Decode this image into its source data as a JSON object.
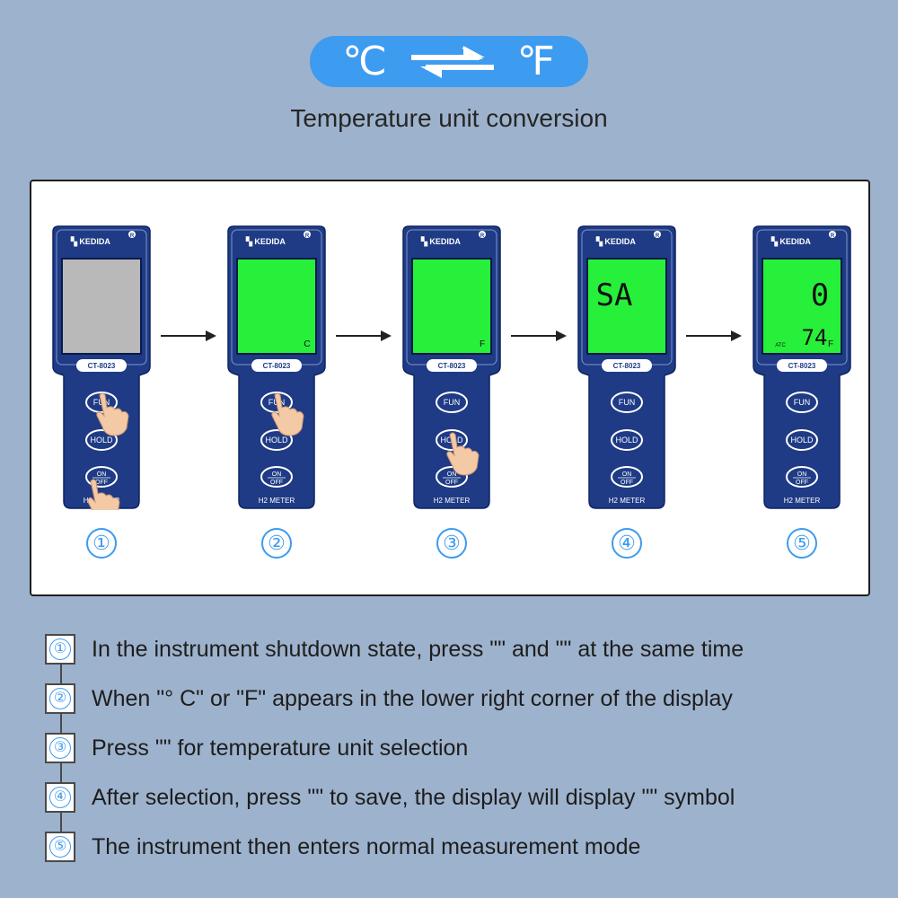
{
  "header": {
    "unit_c": "℃",
    "unit_f": "℉",
    "title": "Temperature unit conversion"
  },
  "colors": {
    "background": "#9db2cc",
    "accent": "#3d9bf0",
    "meter_body": "#1f3b86",
    "lcd_green": "#27f03a",
    "lcd_off": "#b9b9b9"
  },
  "meter": {
    "brand": "KEDIDA",
    "registered": "R",
    "model": "CT-8023",
    "fun_label": "FUN",
    "hold_label": "HOLD",
    "on_label": "ON",
    "off_label": "OFF",
    "footer": "H2 METER"
  },
  "screens": [
    {
      "num": "①",
      "state": "off",
      "main": "",
      "unit": "",
      "sub": "",
      "atc": "",
      "hand": "fun+onoff"
    },
    {
      "num": "②",
      "state": "on",
      "main": "",
      "unit": "C",
      "sub": "",
      "atc": "",
      "hand": "fun"
    },
    {
      "num": "③",
      "state": "on",
      "main": "",
      "unit": "F",
      "sub": "",
      "atc": "",
      "hand": "hold"
    },
    {
      "num": "④",
      "state": "on",
      "main": "SA",
      "unit": "",
      "sub": "",
      "atc": "",
      "hand": ""
    },
    {
      "num": "⑤",
      "state": "on",
      "main": "0",
      "unit": "F",
      "sub": "74",
      "atc": "ATC",
      "hand": ""
    }
  ],
  "instructions": [
    {
      "num": "①",
      "text": "In the instrument shutdown state, press \"\" and \"\" at the same time"
    },
    {
      "num": "②",
      "text": "When \"° C\" or \"F\" appears in the lower right corner of the display"
    },
    {
      "num": "③",
      "text": "Press \"\" for temperature unit selection"
    },
    {
      "num": "④",
      "text": "After selection, press \"\" to save, the display will display \"\" symbol"
    },
    {
      "num": "⑤",
      "text": "The instrument then enters normal measurement mode"
    }
  ]
}
